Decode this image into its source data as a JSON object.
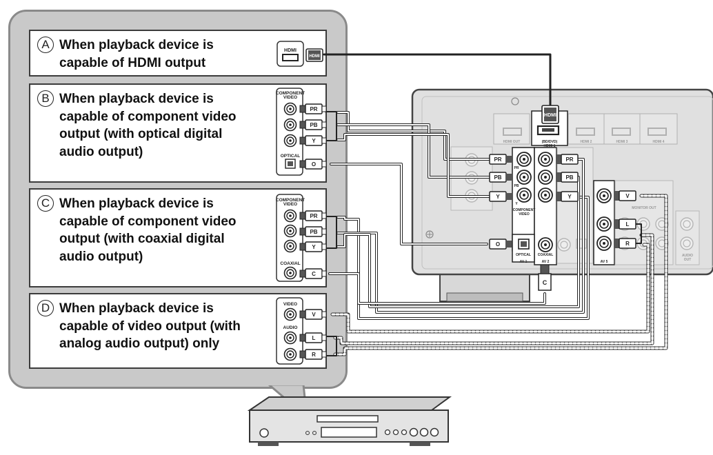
{
  "cards": [
    {
      "letter": "A",
      "text": "When playback device is\ncapable of HDMI output"
    },
    {
      "letter": "B",
      "text": "When playback device is\ncapable of component video\noutput (with optical digital\naudio output)"
    },
    {
      "letter": "C",
      "text": "When playback device is\ncapable of component video\noutput (with coaxial digital\naudio output)"
    },
    {
      "letter": "D",
      "text": "When playback device is\ncapable of video output (with\nanalog audio output) only"
    }
  ],
  "device_labels": {
    "hdmi": "HDMI",
    "component_video": "COMPONENT\nVIDEO",
    "optical": "OPTICAL",
    "coaxial": "COAXIAL",
    "video": "VIDEO",
    "audio": "AUDIO"
  },
  "plugs": {
    "hdmi": "HDMI",
    "pr": "PR",
    "pb": "PB",
    "y": "Y",
    "optical": "O",
    "coaxial": "C",
    "video": "V",
    "left": "L",
    "right": "R"
  },
  "receiver_labels": {
    "hdmi_out": "HDMI OUT",
    "hdmi1": "(BD/DVD)\nHDMI 1",
    "hdmi2": "HDMI 2",
    "hdmi3": "HDMI 3",
    "hdmi4": "HDMI 4",
    "component_video": "COMPONENT\nVIDEO",
    "av1": "AV 1",
    "av2": "AV 2",
    "av5": "AV 5",
    "optical": "OPTICAL",
    "coaxial": "COAXIAL",
    "monitor_out": "MONITOR OUT",
    "audio_out": "AUDIO\nOUT",
    "jack_pr": "PR",
    "jack_pb": "PB",
    "jack_y": "Y"
  }
}
